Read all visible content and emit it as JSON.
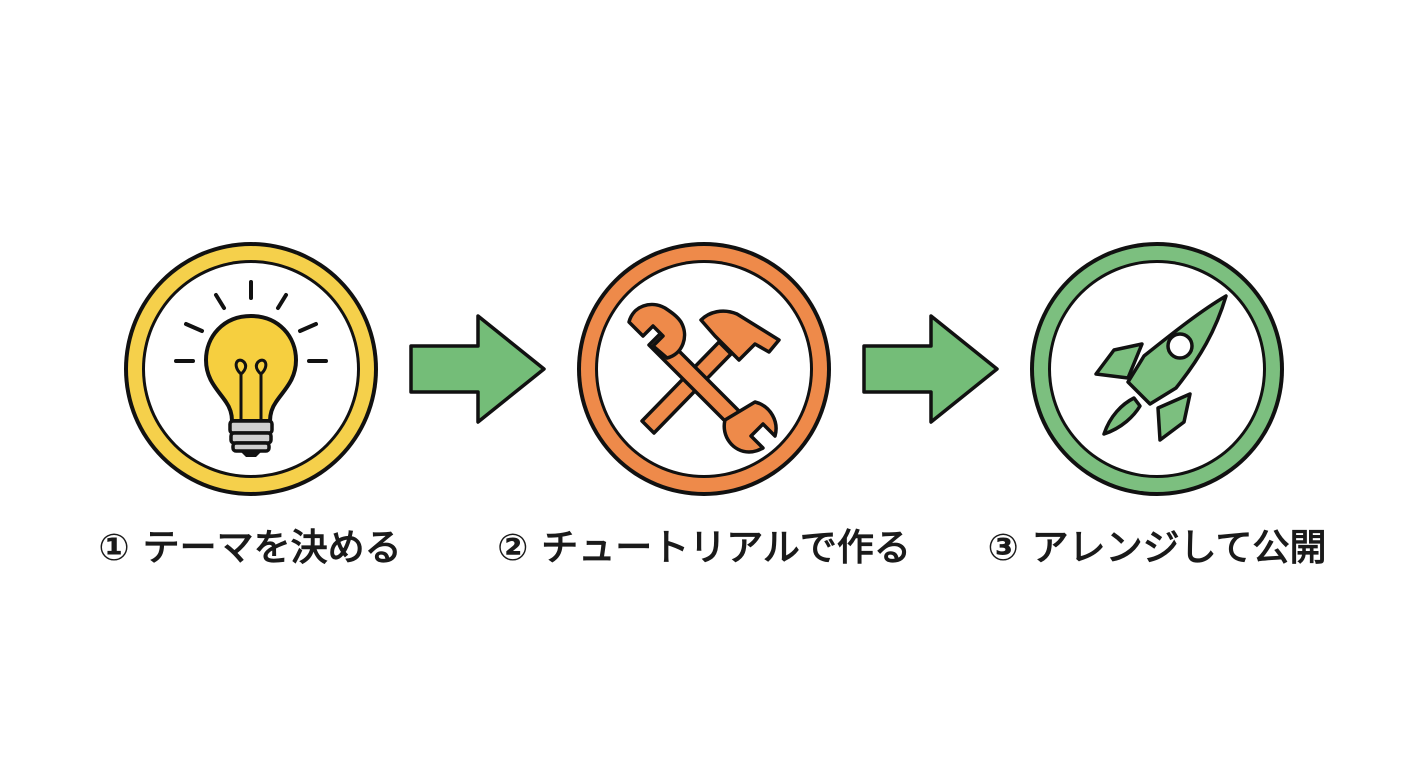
{
  "steps": [
    {
      "label": "① テーマを決める",
      "icon": "lightbulb-icon",
      "ring_color": "#f5d04b"
    },
    {
      "label": "② チュートリアルで作る",
      "icon": "wrench-hammer-icon",
      "ring_color": "#ee8a4a"
    },
    {
      "label": "③ アレンジして公開",
      "icon": "rocket-icon",
      "ring_color": "#7cbf7f"
    }
  ],
  "connectors": [
    {
      "icon": "arrow-right-icon",
      "color": "#74bd78"
    },
    {
      "icon": "arrow-right-icon",
      "color": "#74bd78"
    }
  ]
}
